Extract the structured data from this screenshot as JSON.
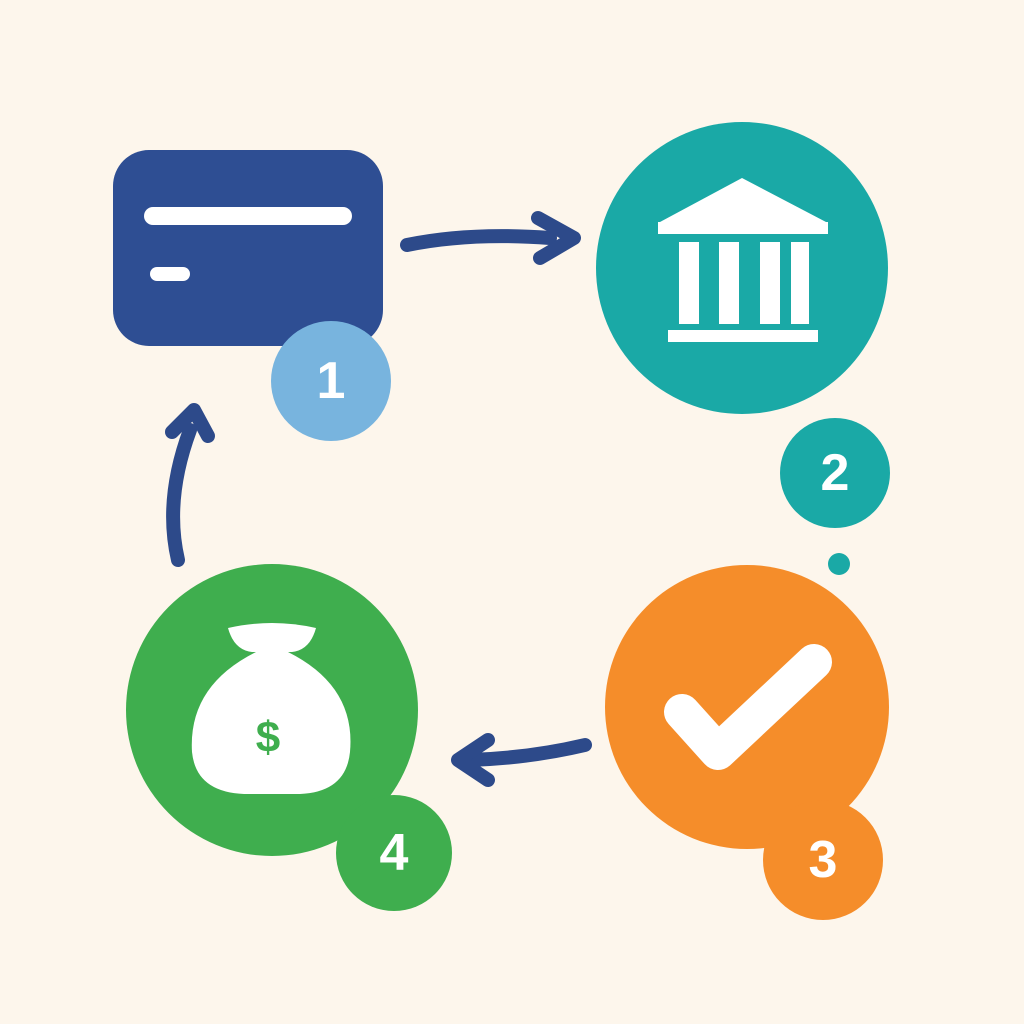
{
  "colors": {
    "background": "#fdf6ec",
    "card": "#2e4e93",
    "bank": "#1aa9a6",
    "approval": "#f58d2a",
    "money": "#3fae4e",
    "arrow": "#2d4a8a",
    "badge_1": "#78b4de",
    "badge_2": "#1aa9a6",
    "badge_3": "#f58d2a",
    "badge_4": "#3fae4e",
    "icon_fill": "#ffffff"
  },
  "steps": [
    {
      "number": "1",
      "icon": "credit-card-icon"
    },
    {
      "number": "2",
      "icon": "bank-icon"
    },
    {
      "number": "3",
      "icon": "checkmark-icon"
    },
    {
      "number": "4",
      "icon": "money-bag-icon"
    }
  ],
  "money_bag_symbol": "$"
}
